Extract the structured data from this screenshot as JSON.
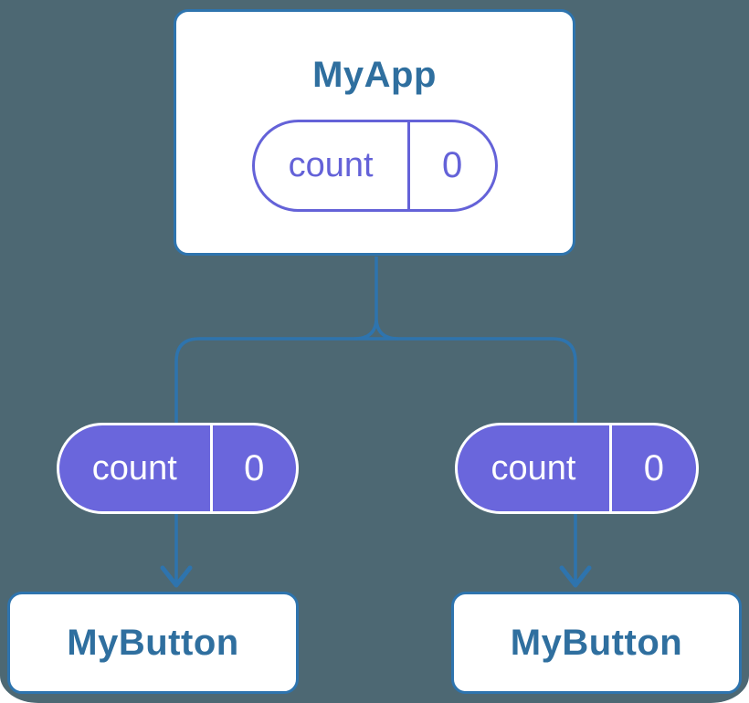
{
  "colors": {
    "background": "#4D6873",
    "connector_blue": "#2E74AE",
    "card_border_blue": "#2E74AE",
    "title_text_blue": "#2F6F9F",
    "pill_purple_outline": "#6462D8",
    "pill_purple_fill": "#6A66DC",
    "pill_text_on_fill": "#ffffff",
    "card_background": "#ffffff"
  },
  "root": {
    "title": "MyApp",
    "pill": {
      "label": "count",
      "value": "0"
    }
  },
  "children": [
    {
      "pill": {
        "label": "count",
        "value": "0"
      },
      "card": {
        "title": "MyButton"
      }
    },
    {
      "pill": {
        "label": "count",
        "value": "0"
      },
      "card": {
        "title": "MyButton"
      }
    }
  ]
}
